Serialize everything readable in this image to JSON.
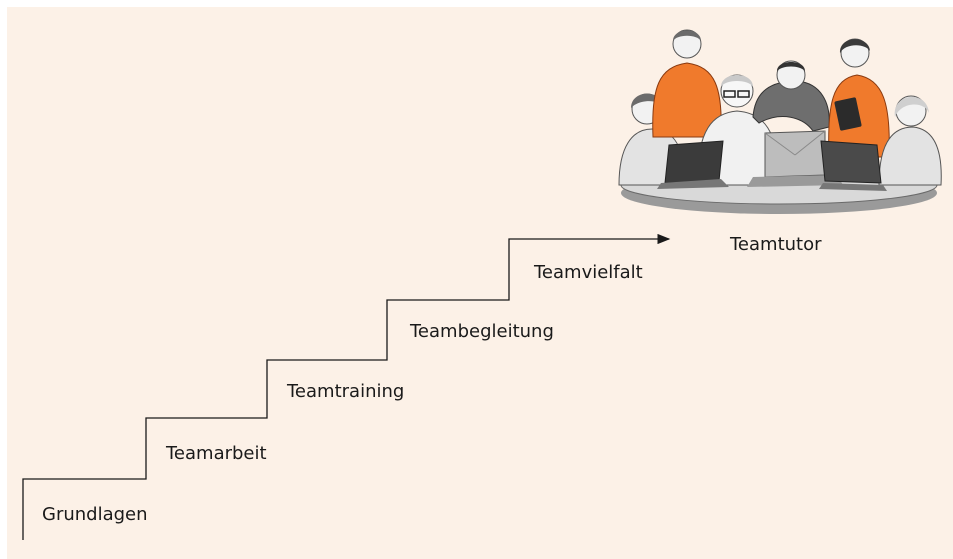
{
  "diagram": {
    "steps": [
      "Grundlagen",
      "Teamarbeit",
      "Teamtraining",
      "Teambegleitung",
      "Teamvielfalt"
    ],
    "goal_label": "Teamtutor",
    "colors": {
      "background": "#fcf1e7",
      "line": "#1a1a1a",
      "accent_orange": "#f07a2c",
      "figure_gray": "#e3e3e3",
      "table_top": "#d9d9d9",
      "table_base": "#9a9a9a"
    },
    "illustration": {
      "subject": "team of six people around a table with laptops"
    }
  }
}
